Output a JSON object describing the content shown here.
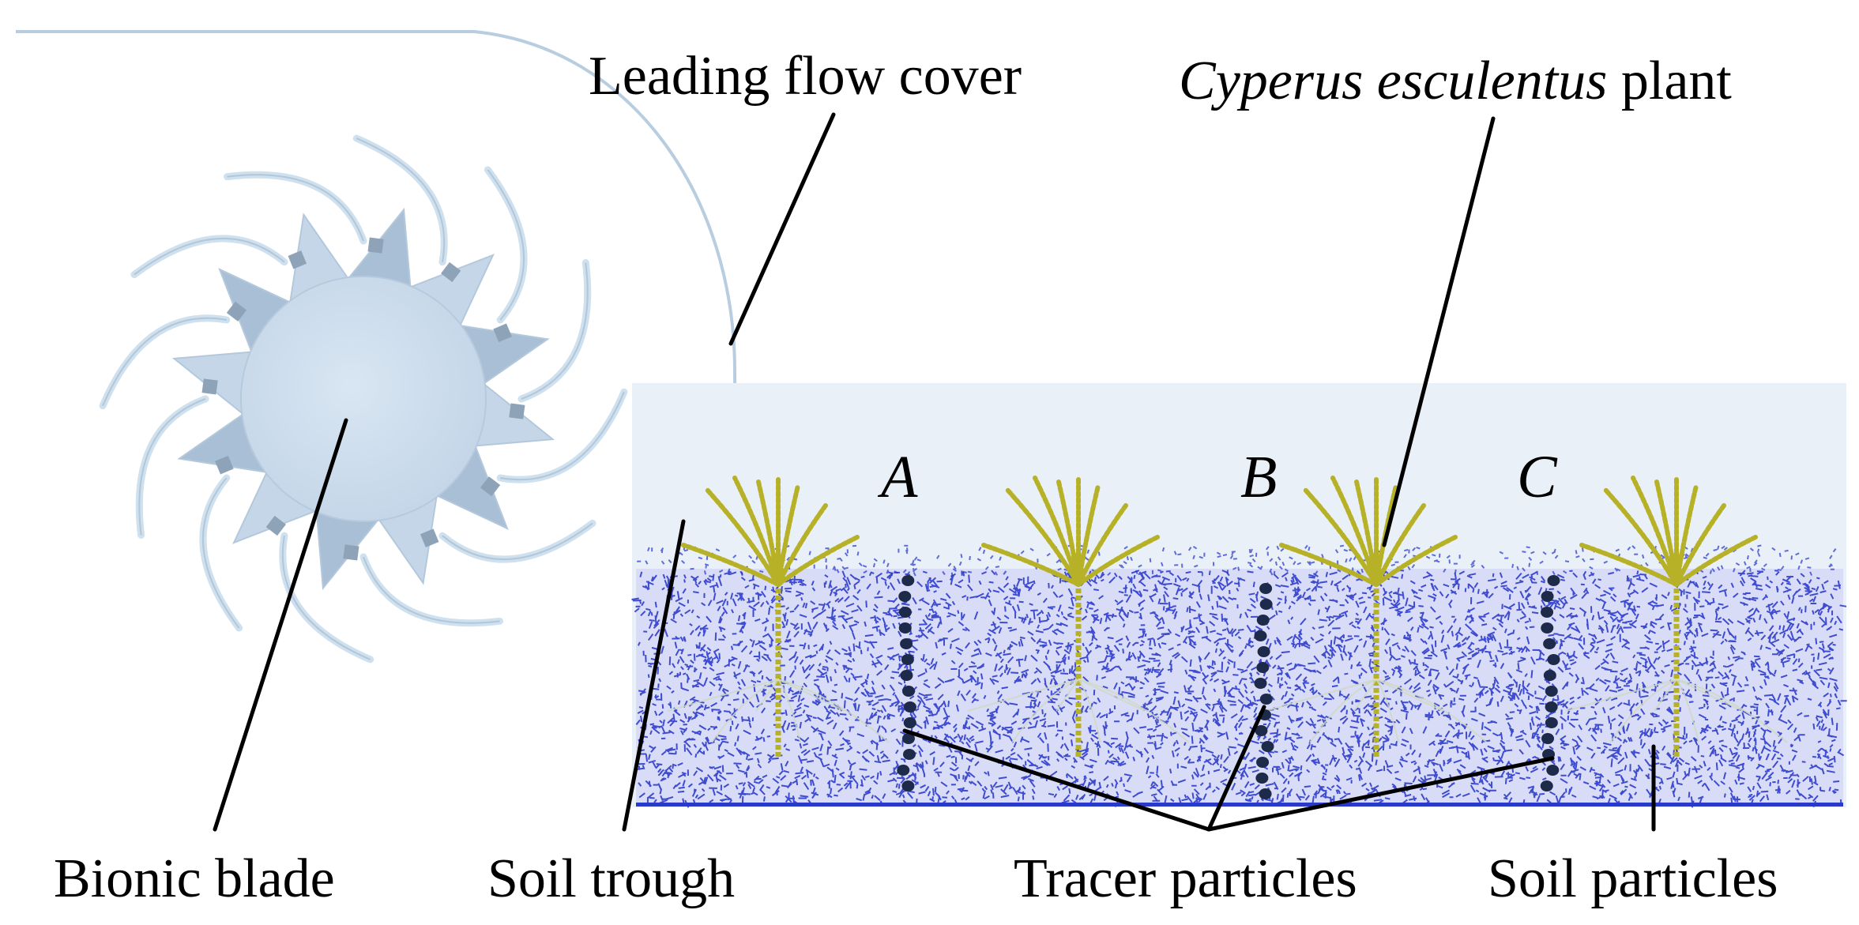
{
  "labels": {
    "leading_flow_cover": "Leading flow cover",
    "plant_species": "Cyperus esculentus",
    "plant_suffix": " plant",
    "bionic_blade": "Bionic blade",
    "soil_trough": "Soil trough",
    "tracer_particles": "Tracer particles",
    "soil_particles": "Soil particles"
  },
  "positions": [
    "A",
    "B",
    "C"
  ],
  "colors": {
    "blade": "#c5d6e8",
    "blade_dark": "#a9bfd6",
    "tine": "#cfe0ee",
    "trough": "#e9f0f7",
    "soil": "#2433c9",
    "plant": "#b7b128",
    "tracer": "#1e2a4a",
    "leader_line": "#000000"
  },
  "icons": {
    "blade": "bionic-blade-icon",
    "plant": "plant-icon"
  }
}
